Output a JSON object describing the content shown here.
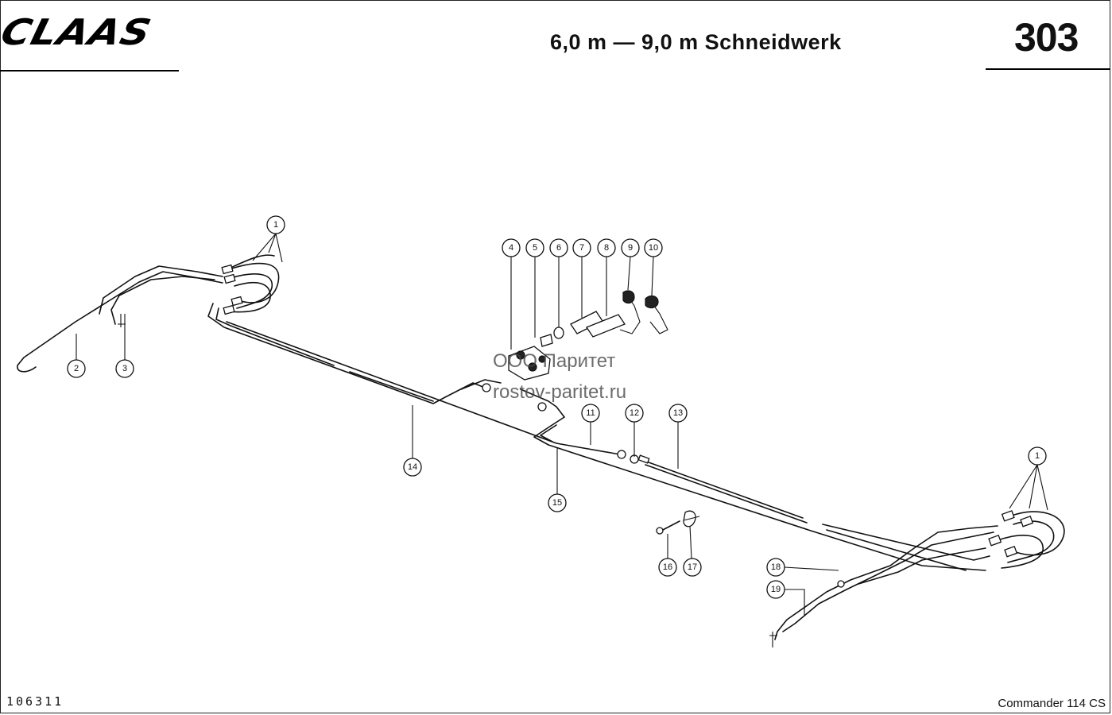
{
  "header": {
    "brand": "CLAAS",
    "title": "6,0 m — 9,0 m Schneidwerk",
    "page_number": "303"
  },
  "footer": {
    "doc_number": "106311",
    "model": "Commander 114 CS"
  },
  "watermark": {
    "line1": "ООО Паритет",
    "line2": "rostov-paritet.ru"
  },
  "callouts": [
    {
      "id": "c1a",
      "label": "1"
    },
    {
      "id": "c2",
      "label": "2"
    },
    {
      "id": "c3",
      "label": "3"
    },
    {
      "id": "c4",
      "label": "4"
    },
    {
      "id": "c5",
      "label": "5"
    },
    {
      "id": "c6",
      "label": "6"
    },
    {
      "id": "c7",
      "label": "7"
    },
    {
      "id": "c8",
      "label": "8"
    },
    {
      "id": "c9",
      "label": "9"
    },
    {
      "id": "c10",
      "label": "10"
    },
    {
      "id": "c11",
      "label": "11"
    },
    {
      "id": "c12",
      "label": "12"
    },
    {
      "id": "c13",
      "label": "13"
    },
    {
      "id": "c14",
      "label": "14"
    },
    {
      "id": "c15",
      "label": "15"
    },
    {
      "id": "c1b",
      "label": "1"
    },
    {
      "id": "c16",
      "label": "16"
    },
    {
      "id": "c17",
      "label": "17"
    },
    {
      "id": "c18",
      "label": "18"
    },
    {
      "id": "c19",
      "label": "19"
    }
  ]
}
